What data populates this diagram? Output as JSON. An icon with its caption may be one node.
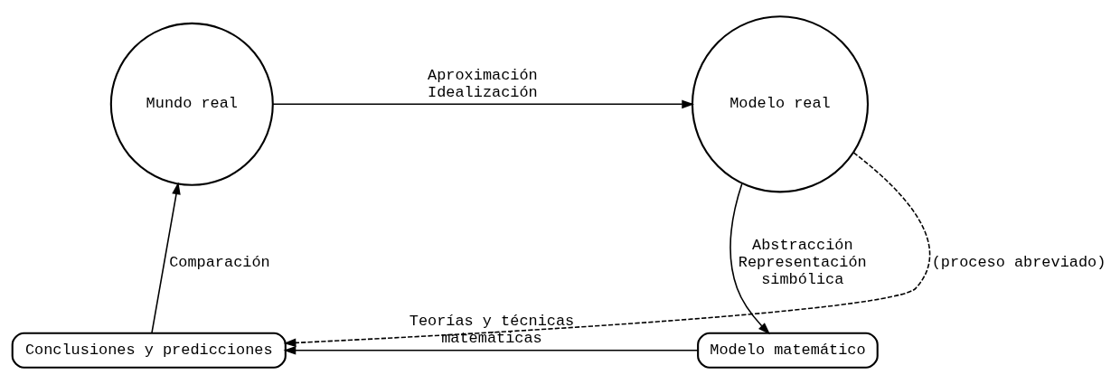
{
  "diagram": {
    "nodes": [
      {
        "text": [
          "Mundo real"
        ]
      },
      {
        "text": [
          "Modelo real"
        ]
      },
      {
        "text": [
          "Modelo matemático"
        ]
      },
      {
        "text": [
          "Conclusiones y predicciones"
        ]
      }
    ],
    "edges": [
      {
        "from": 0,
        "to": 1,
        "arrow": "to",
        "label": "Aproximación Idealización"
      },
      {
        "from": 1,
        "to": 2,
        "arrow": "to",
        "label": "Abstracción Representación simbólica"
      },
      {
        "from": 2,
        "to": 3,
        "arrow": "to",
        "label": "Teorías y técnicas matemáticas"
      },
      {
        "from": 3,
        "to": 0,
        "arrow": "to",
        "label": "Comparación"
      },
      {
        "from": 1,
        "to": 3,
        "arrow": "to",
        "style": "dashed",
        "label": "(proceso abreviado)"
      }
    ]
  }
}
